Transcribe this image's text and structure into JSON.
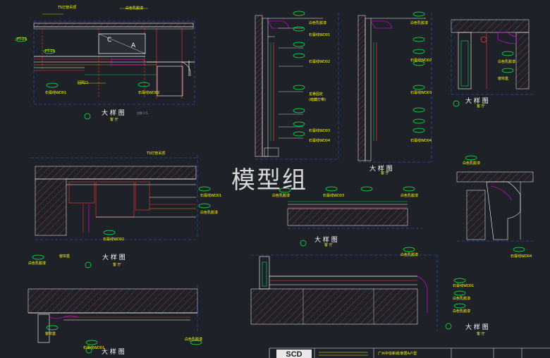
{
  "watermark": "模型组",
  "titles": {
    "detail": "大 样 图",
    "room": "客 厅",
    "scale": "比例 1:5"
  },
  "tags": {
    "pt": "PT-01",
    "wd": "WD-01"
  },
  "annotations": {
    "t5": "T5灯管吊顶",
    "white_paint": "白色乳胶漆",
    "line1": "石膏线WD01",
    "line2": "石膏线WD02",
    "line3": "石膏线WD03",
    "line4": "石膏线WD04",
    "fixed_wood": "龙骨固定",
    "curtain": "窗帘盒",
    "cove": "(暗藏灯带)",
    "return_air": "回风口",
    "label_c": "C",
    "label_a": "A"
  },
  "title_block": {
    "logo": "SCD",
    "project": "广州中信新城/家居A户型"
  }
}
